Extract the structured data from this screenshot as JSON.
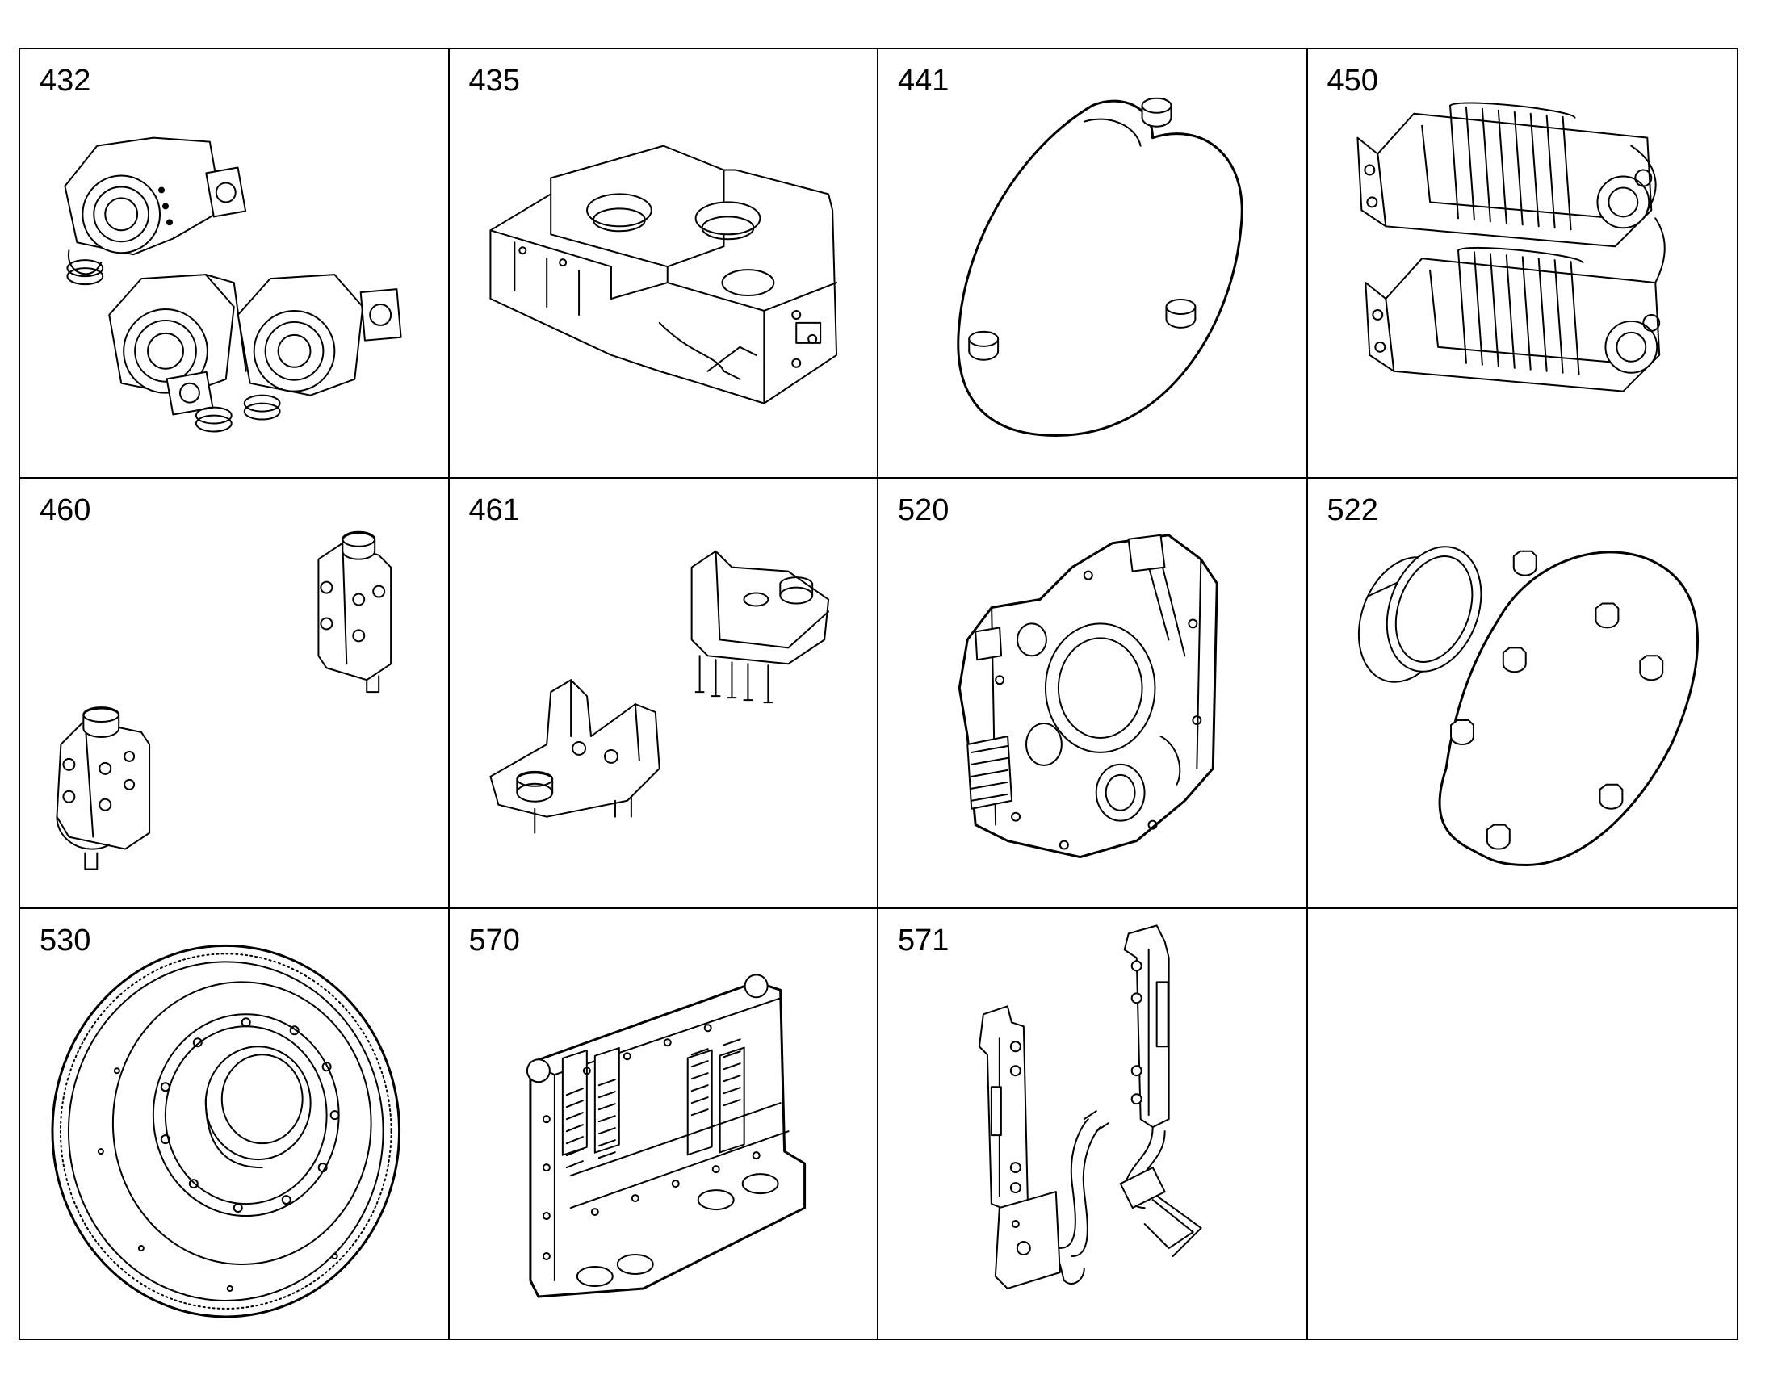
{
  "parts": [
    {
      "number": "432",
      "icon": "turbocharger-assembly-icon"
    },
    {
      "number": "435",
      "icon": "mounting-frame-icon"
    },
    {
      "number": "441",
      "icon": "cover-plate-icon"
    },
    {
      "number": "450",
      "icon": "starter-motor-icon"
    },
    {
      "number": "460",
      "icon": "filter-head-icon"
    },
    {
      "number": "461",
      "icon": "bracket-icon"
    },
    {
      "number": "520",
      "icon": "gear-housing-icon"
    },
    {
      "number": "522",
      "icon": "seal-and-cover-icon"
    },
    {
      "number": "530",
      "icon": "flywheel-icon"
    },
    {
      "number": "570",
      "icon": "ecm-module-icon"
    },
    {
      "number": "571",
      "icon": "ecm-cooling-plate-icon"
    },
    {
      "number": "",
      "icon": ""
    }
  ]
}
